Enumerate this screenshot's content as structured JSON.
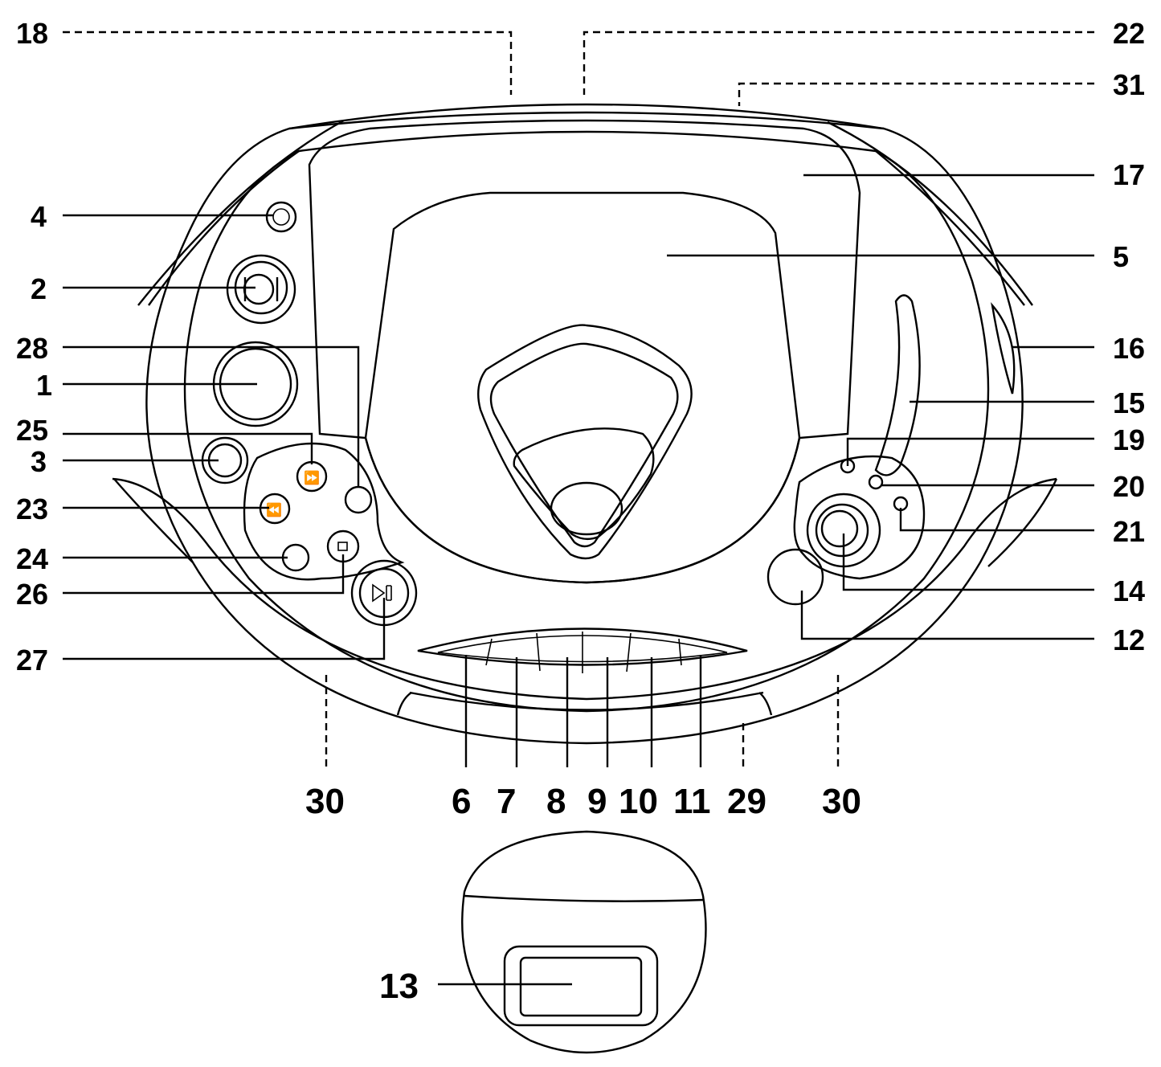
{
  "callouts": {
    "c1": "1",
    "c2": "2",
    "c3": "3",
    "c4": "4",
    "c5": "5",
    "c6": "6",
    "c7": "7",
    "c8": "8",
    "c9": "9",
    "c10": "10",
    "c11": "11",
    "c12": "12",
    "c13": "13",
    "c14": "14",
    "c15": "15",
    "c16": "16",
    "c17": "17",
    "c18": "18",
    "c19": "19",
    "c20": "20",
    "c21": "21",
    "c22": "22",
    "c23": "23",
    "c24": "24",
    "c25": "25",
    "c26": "26",
    "c27": "27",
    "c28": "28",
    "c29": "29",
    "c30_left": "30",
    "c30_right": "30",
    "c31": "31"
  },
  "colors": {
    "line": "#000000",
    "background": "#ffffff"
  },
  "icons": {
    "skip_forward": "fast-forward-icon",
    "skip_back": "rewind-icon",
    "stop": "stop-icon",
    "play_pause": "play-pause-icon"
  }
}
